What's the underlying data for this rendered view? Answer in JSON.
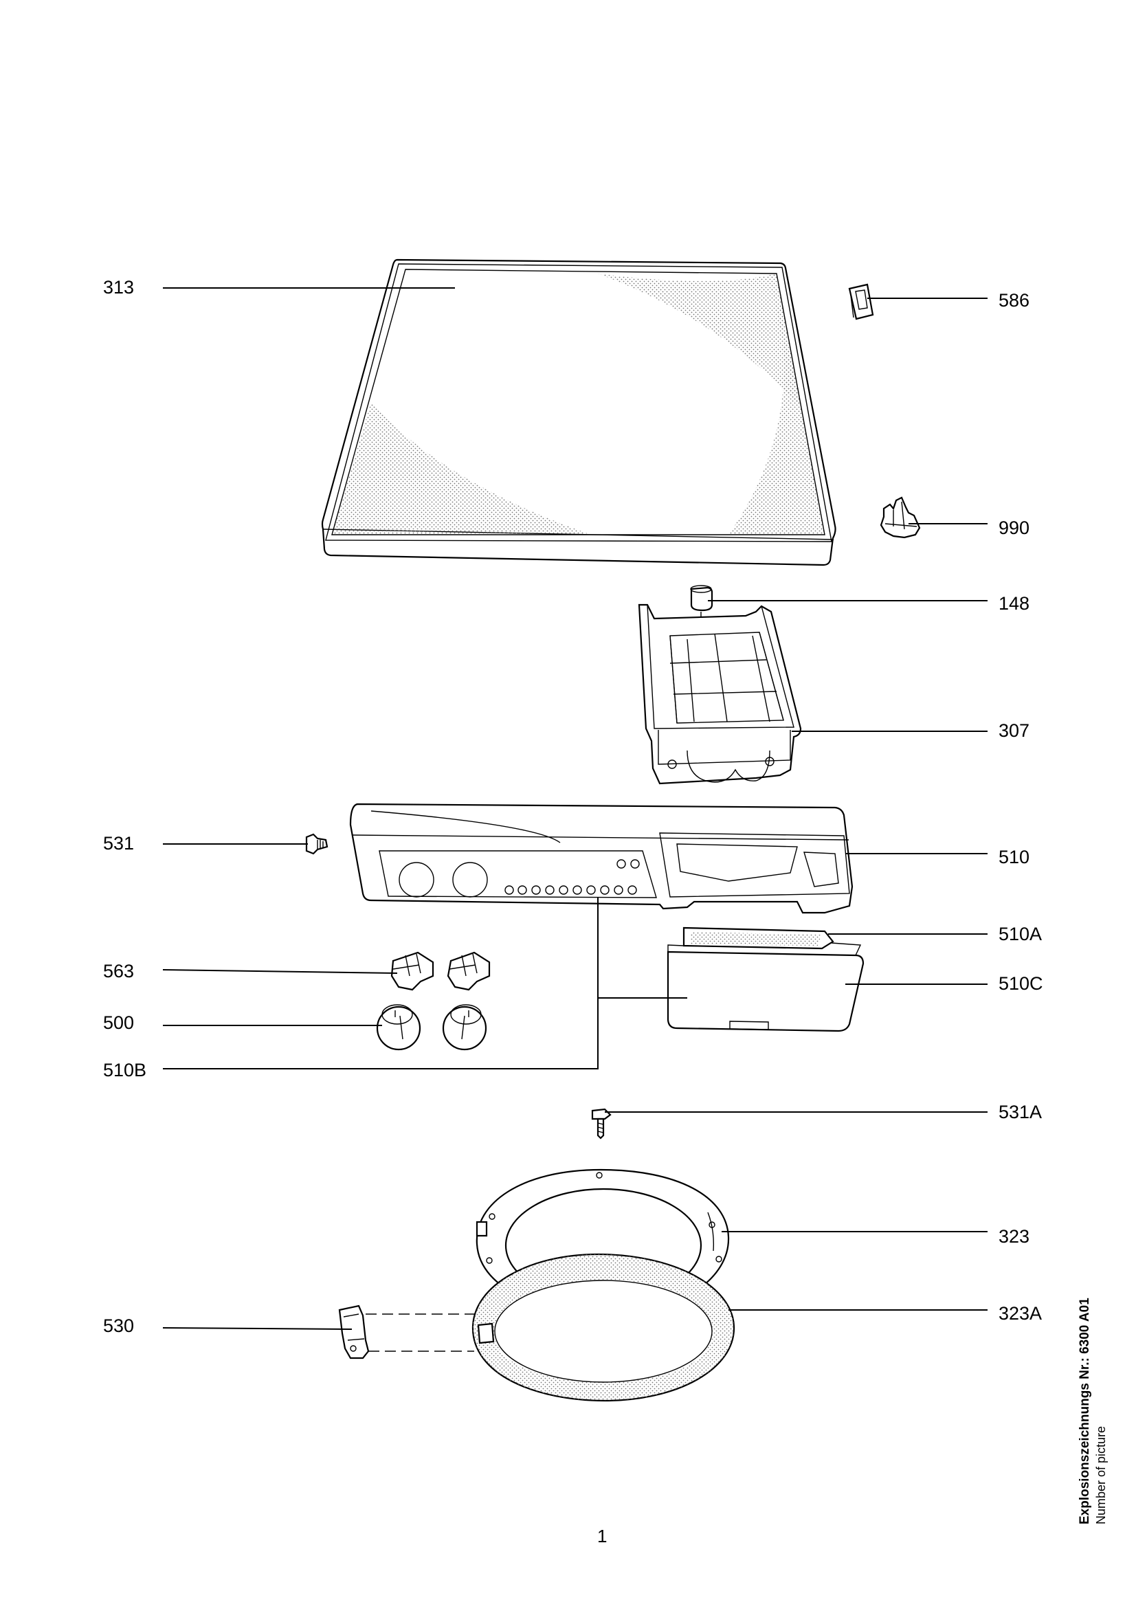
{
  "parts": [
    {
      "id": "p313",
      "label": "313"
    },
    {
      "id": "p586",
      "label": "586"
    },
    {
      "id": "p990",
      "label": "990"
    },
    {
      "id": "p148",
      "label": "148"
    },
    {
      "id": "p307",
      "label": "307"
    },
    {
      "id": "p531",
      "label": "531"
    },
    {
      "id": "p510",
      "label": "510"
    },
    {
      "id": "p510A",
      "label": "510A"
    },
    {
      "id": "p563",
      "label": "563"
    },
    {
      "id": "p510C",
      "label": "510C"
    },
    {
      "id": "p500",
      "label": "500"
    },
    {
      "id": "p510B",
      "label": "510B"
    },
    {
      "id": "p531A",
      "label": "531A"
    },
    {
      "id": "p323",
      "label": "323"
    },
    {
      "id": "p530",
      "label": "530"
    },
    {
      "id": "p323A",
      "label": "323A"
    }
  ],
  "page_number": "1",
  "sidebar": {
    "line1": "Explosionszeichnungs Nr.: 6300 A01",
    "line2": "Number of picture"
  }
}
